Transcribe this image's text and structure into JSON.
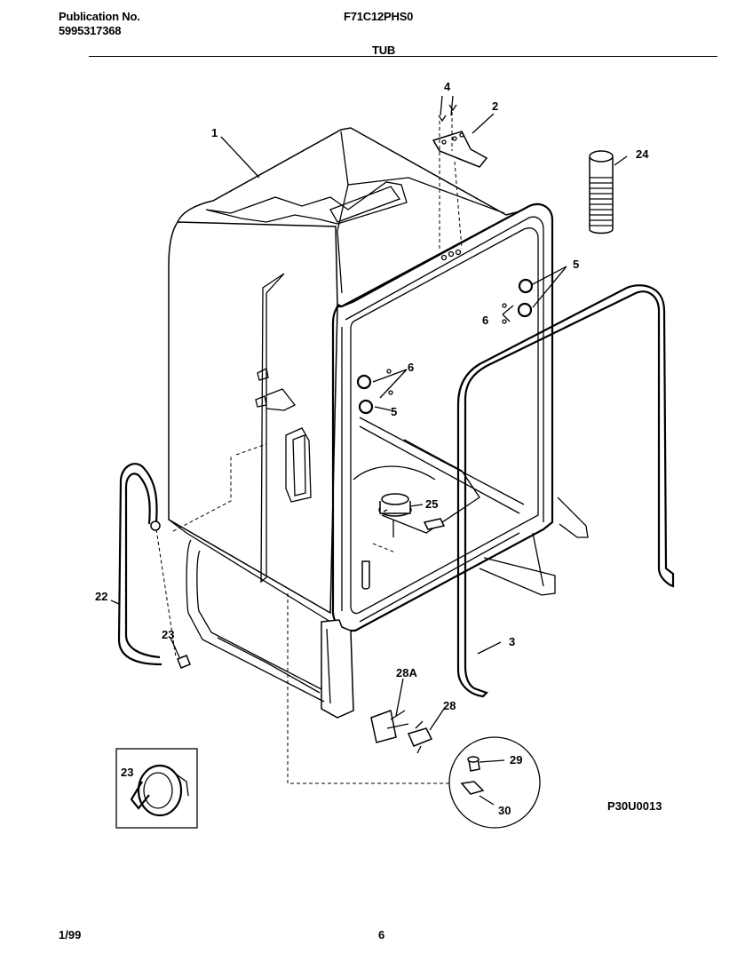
{
  "header": {
    "publication_label": "Publication No.",
    "publication_number": "5995317368",
    "model": "F71C12PHS0",
    "section_title": "TUB"
  },
  "footer": {
    "date": "1/99",
    "page": "6"
  },
  "diagram": {
    "figure_id": "P30U0013",
    "callouts": [
      "1",
      "2",
      "3",
      "4",
      "5",
      "5",
      "6",
      "6",
      "22",
      "23",
      "23",
      "24",
      "25",
      "28",
      "28A",
      "29",
      "30"
    ]
  }
}
